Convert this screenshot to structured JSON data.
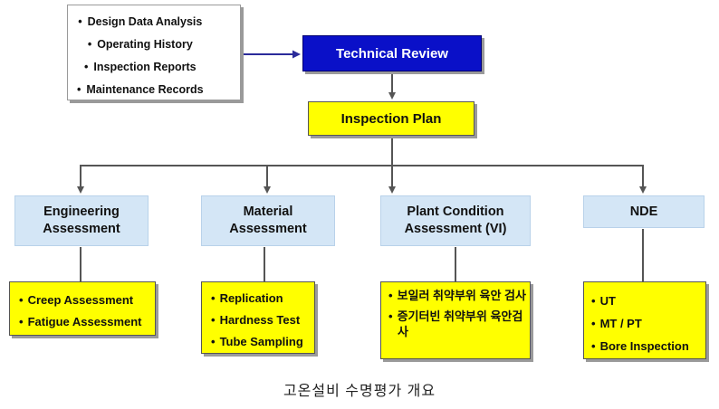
{
  "inputs": {
    "items": [
      "Design Data Analysis",
      "Operating History",
      "Inspection Reports",
      "Maintenance Records"
    ]
  },
  "technical_review": {
    "label": "Technical Review"
  },
  "inspection_plan": {
    "label": "Inspection Plan"
  },
  "categories": [
    {
      "label": [
        "Engineering",
        "Assessment"
      ],
      "tasks": [
        "Creep Assessment",
        "Fatigue Assessment"
      ]
    },
    {
      "label": [
        "Material",
        "Assessment"
      ],
      "tasks": [
        "Replication",
        "Hardness Test",
        "Tube Sampling"
      ]
    },
    {
      "label": [
        "Plant Condition",
        "Assessment (VI)"
      ],
      "tasks": [
        "보일러 취약부위 육안 검사",
        "증기터빈 취약부위 육안검사"
      ]
    },
    {
      "label": [
        "NDE"
      ],
      "tasks": [
        "UT",
        "MT / PT",
        "Bore Inspection"
      ]
    }
  ],
  "caption": "고온설비 수명평가 개요",
  "colors": {
    "technical_review_fill": "#0a10c8",
    "highlight_fill": "#ffff00",
    "category_fill": "#d4e6f6",
    "connector_line": "#555555",
    "input_arrow": "#2b2b9a"
  }
}
